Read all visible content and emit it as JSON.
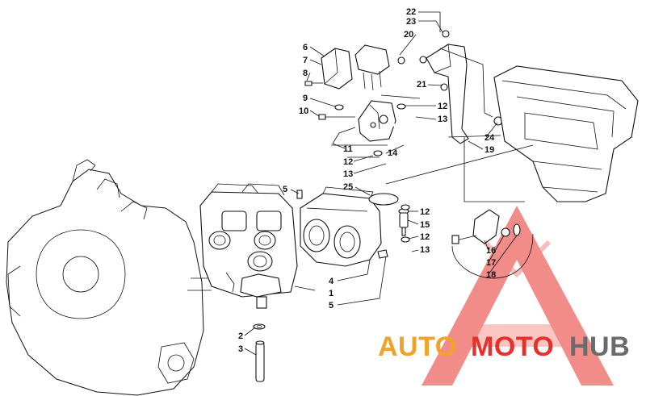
{
  "diagram": {
    "callouts": [
      {
        "id": "c22",
        "label": "22"
      },
      {
        "id": "c23",
        "label": "23"
      },
      {
        "id": "c20",
        "label": "20"
      },
      {
        "id": "c6",
        "label": "6"
      },
      {
        "id": "c7",
        "label": "7"
      },
      {
        "id": "c8",
        "label": "8"
      },
      {
        "id": "c21",
        "label": "21"
      },
      {
        "id": "c9",
        "label": "9"
      },
      {
        "id": "c10",
        "label": "10"
      },
      {
        "id": "c12a",
        "label": "12"
      },
      {
        "id": "c13a",
        "label": "13"
      },
      {
        "id": "c24",
        "label": "24"
      },
      {
        "id": "c11",
        "label": "11"
      },
      {
        "id": "c12b",
        "label": "12"
      },
      {
        "id": "c14",
        "label": "14"
      },
      {
        "id": "c19",
        "label": "19"
      },
      {
        "id": "c13b",
        "label": "13"
      },
      {
        "id": "c5a",
        "label": "5"
      },
      {
        "id": "c25",
        "label": "25"
      },
      {
        "id": "c12c",
        "label": "12"
      },
      {
        "id": "c15",
        "label": "15"
      },
      {
        "id": "c12d",
        "label": "12"
      },
      {
        "id": "c13c",
        "label": "13"
      },
      {
        "id": "c16",
        "label": "16"
      },
      {
        "id": "c17",
        "label": "17"
      },
      {
        "id": "c18",
        "label": "18"
      },
      {
        "id": "c4",
        "label": "4"
      },
      {
        "id": "c1",
        "label": "1"
      },
      {
        "id": "c5b",
        "label": "5"
      },
      {
        "id": "c2",
        "label": "2"
      },
      {
        "id": "c3",
        "label": "3"
      }
    ]
  },
  "watermark": {
    "part1": "AUTO",
    "part2": "MOTO",
    "part3": "HUB",
    "colors": {
      "triangle": "#e8302a",
      "auto": "#f2a229",
      "moto": "#e8302a",
      "hub": "#6b6b6b"
    }
  }
}
